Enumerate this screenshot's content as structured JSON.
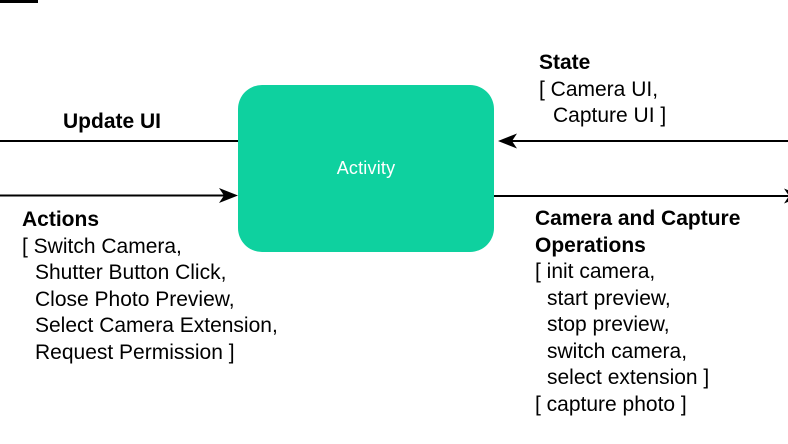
{
  "colors": {
    "box_fill": "#0ed19f",
    "box_text": "#ffffff",
    "line": "#000000",
    "text": "#000000",
    "background": "#ffffff"
  },
  "activity_box": {
    "label": "Activity"
  },
  "update_ui": {
    "label": "Update UI"
  },
  "actions": {
    "heading": "Actions",
    "items": [
      "[ Switch Camera,",
      "Shutter Button Click,",
      "Close Photo Preview,",
      "Select Camera Extension,",
      "Request Permission ]"
    ]
  },
  "state": {
    "heading": "State",
    "items": [
      "[ Camera UI,",
      "Capture UI ]"
    ]
  },
  "camera_ops": {
    "heading": "Camera and Capture Operations",
    "items": [
      "[ init camera,",
      "start preview,",
      "stop preview,",
      "switch camera,",
      "select extension ]",
      "[ capture photo ]"
    ]
  }
}
